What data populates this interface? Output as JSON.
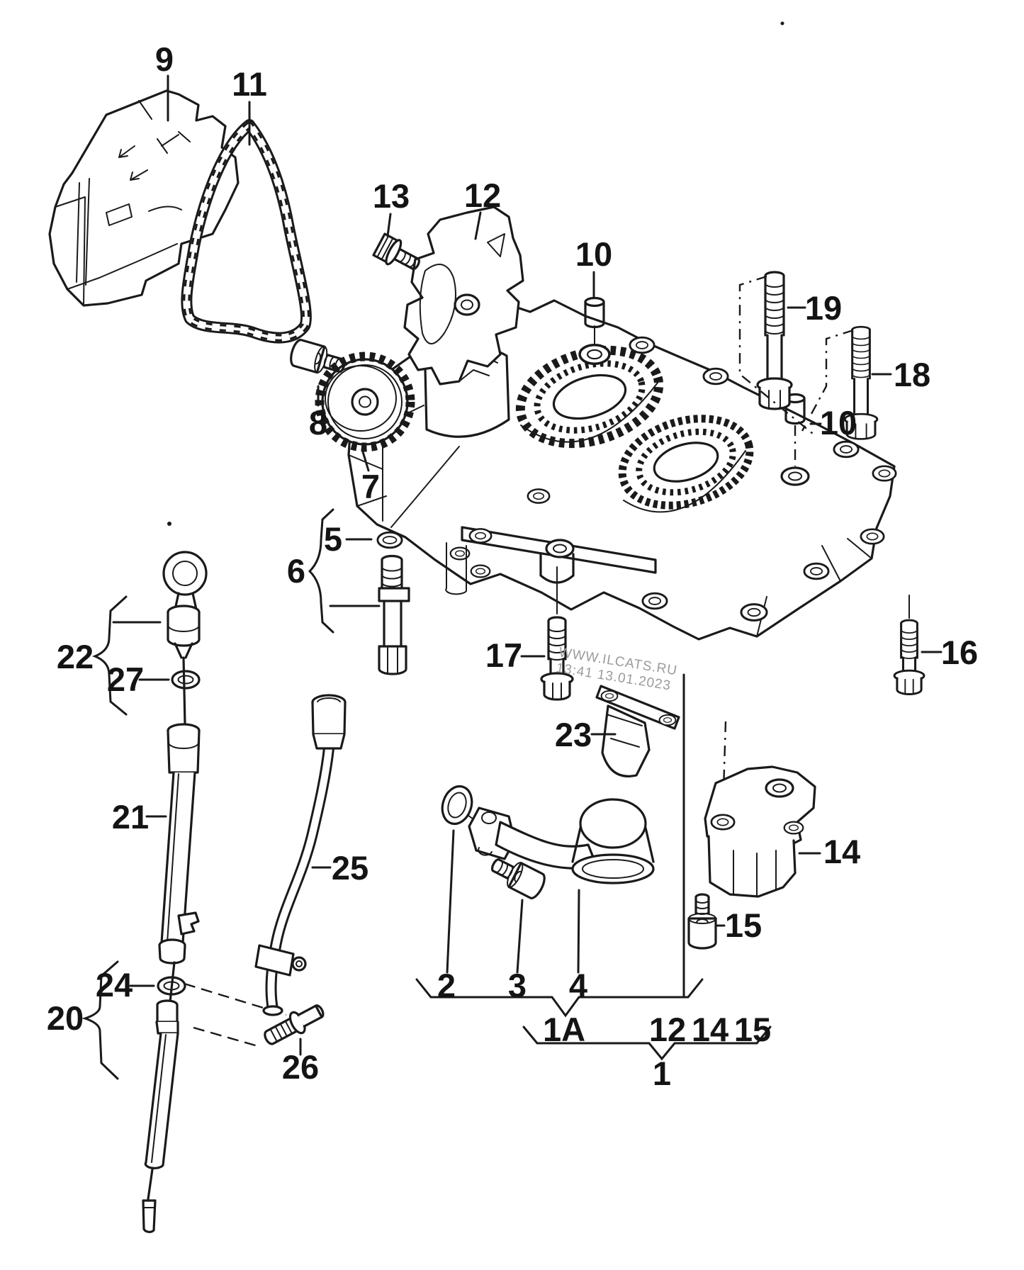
{
  "figure": {
    "type": "exploded-parts-diagram",
    "background": "#ffffff",
    "line_color": "#1a1a1a"
  },
  "watermark": {
    "line1": "WWW.ILCATS.RU",
    "line2": "13:41 13.01.2023",
    "color": "#9b9b9b"
  },
  "callouts": {
    "1": "1",
    "1A": "1A",
    "2": "2",
    "3": "3",
    "4": "4",
    "5": "5",
    "6": "6",
    "7": "7",
    "8": "8",
    "9": "9",
    "10": "10",
    "11": "11",
    "12": "12",
    "13": "13",
    "14": "14",
    "15": "15",
    "16": "16",
    "17": "17",
    "18": "18",
    "19": "19",
    "20": "20",
    "21": "21",
    "22": "22",
    "23": "23",
    "24": "24",
    "25": "25",
    "26": "26",
    "27": "27"
  }
}
